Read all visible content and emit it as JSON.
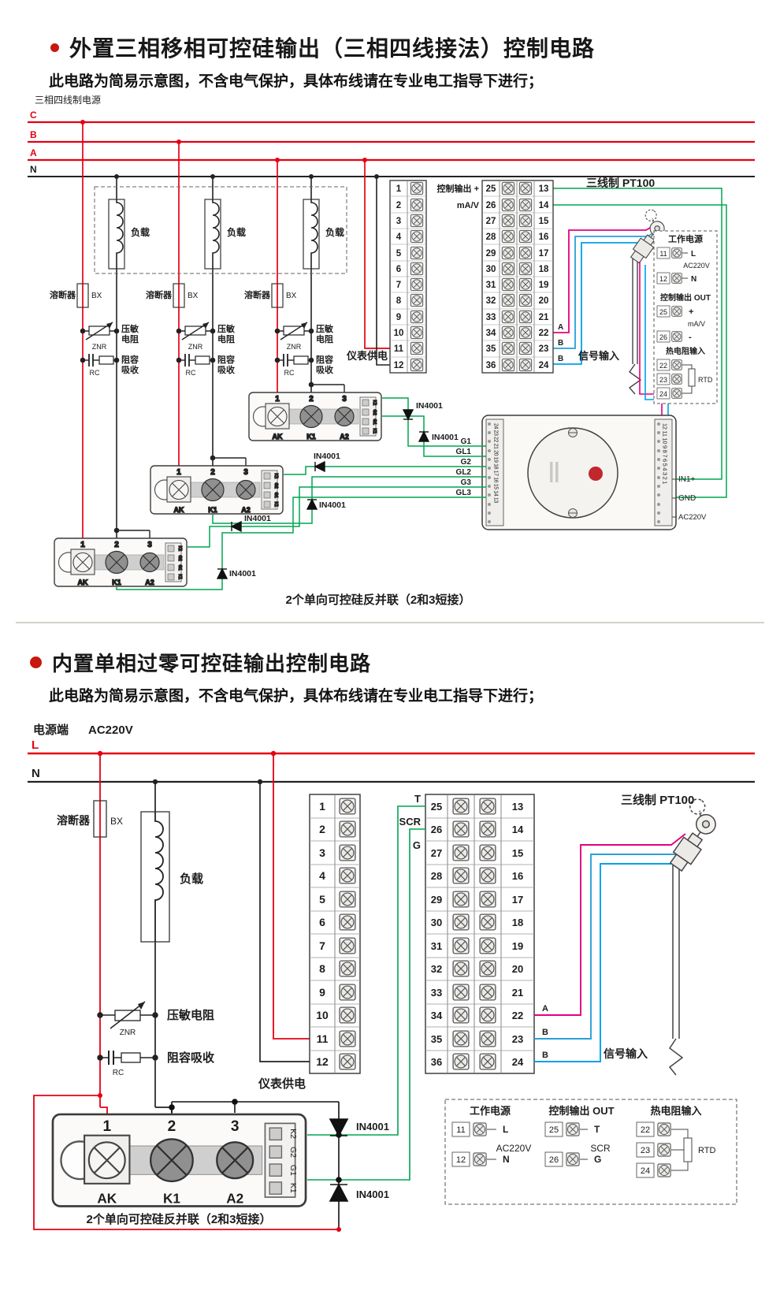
{
  "colors": {
    "accent_red": "#c7170f",
    "wire_red": "#e60012",
    "wire_green": "#00a551",
    "wire_magenta": "#e4007f",
    "wire_cyan": "#00a0e9",
    "wire_blue": "#2a9fd8",
    "ink": "#1c1c1c"
  },
  "terms": {
    "left": [
      "1",
      "2",
      "3",
      "4",
      "5",
      "6",
      "7",
      "8",
      "9",
      "10",
      "11",
      "12"
    ],
    "mid": [
      "25",
      "26",
      "27",
      "28",
      "29",
      "30",
      "31",
      "32",
      "33",
      "34",
      "35",
      "36"
    ],
    "right": [
      "13",
      "14",
      "15",
      "16",
      "17",
      "18",
      "19",
      "20",
      "21",
      "22",
      "23",
      "24"
    ]
  },
  "scr_module": {
    "nums": [
      "1",
      "2",
      "3"
    ],
    "pins": [
      "AK",
      "K1",
      "A2"
    ],
    "side_pins": [
      "K2",
      "G2",
      "G1",
      "K1"
    ]
  },
  "s1": {
    "title": "外置三相移相可控硅输出（三相四线接法）控制电路",
    "subtitle": "此电路为简易示意图，不含电气保护，具体布线请在专业电工指导下进行；",
    "power_label": "三相四线制电源",
    "phases": [
      "C",
      "B",
      "A",
      "N"
    ],
    "load": "负载",
    "fuse": "溶断器",
    "fuse_code": "BX",
    "znr": "ZNR",
    "varistor_line1": "压敏",
    "varistor_line2": "电阻",
    "rc": "RC",
    "rc_line1": "阻容",
    "rc_line2": "吸收",
    "meter_supply": "仪表供电",
    "ctrl_out_plus": "控制输出 +",
    "mav": "mA/V",
    "pt100": "三线制 PT100",
    "signal_input": "信号输入",
    "sig_a": "A",
    "sig_b": "B",
    "diode": "IN4001",
    "gates": [
      "G1",
      "GL1",
      "G2",
      "GL2",
      "G3",
      "GL3"
    ],
    "note": "2个单向可控硅反并联（2和3短接）",
    "trigger": {
      "left_strip": "24 23 22 21 20 19 18 17 16 15 14 13",
      "right_strip": "12 11 10 9 8 7 6 5 4 3 2 1",
      "in1": "IN1+",
      "gnd": "GND",
      "ac220v": "AC220V"
    },
    "panel": {
      "work_power": "工作电源",
      "t11": "11",
      "l": "L",
      "ac220v": "AC220V",
      "t12": "12",
      "n": "N",
      "ctrl_out": "控制输出 OUT",
      "t25": "25",
      "plus": "+",
      "mav": "mA/V",
      "t26": "26",
      "minus": "-",
      "rtd_input": "热电阻输入",
      "t22": "22",
      "t23": "23",
      "t24": "24",
      "rtd": "RTD"
    }
  },
  "s2": {
    "title": "内置单相过零可控硅输出控制电路",
    "subtitle": "此电路为简易示意图，不含电气保护，具体布线请在专业电工指导下进行；",
    "power_label": "电源端",
    "power_value": "AC220V",
    "phases": [
      "L",
      "N"
    ],
    "load": "负载",
    "fuse": "溶断器",
    "fuse_code": "BX",
    "znr": "ZNR",
    "varistor": "压敏电阻",
    "rc": "RC",
    "rc_absorb": "阻容吸收",
    "meter_supply": "仪表供电",
    "t_label": "T",
    "scr_label": "SCR",
    "g_label": "G",
    "pt100": "三线制 PT100",
    "signal_input": "信号输入",
    "sig_a": "A",
    "sig_b": "B",
    "diode": "IN4001",
    "note": "2个单向可控硅反并联（2和3短接）",
    "panel": {
      "work_power": "工作电源",
      "t11": "11",
      "l": "L",
      "ac220v": "AC220V",
      "t12": "12",
      "n": "N",
      "ctrl_out": "控制输出 OUT",
      "t25": "25",
      "t": "T",
      "scr": "SCR",
      "t26": "26",
      "g": "G",
      "rtd_input": "热电阻输入",
      "t22": "22",
      "t23": "23",
      "t24": "24",
      "rtd": "RTD"
    }
  }
}
